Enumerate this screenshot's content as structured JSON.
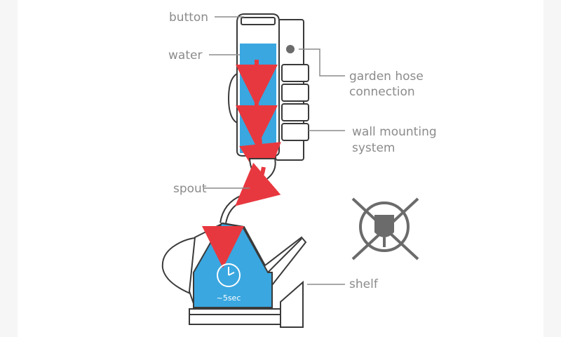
{
  "labels": {
    "button": "button",
    "water": "water",
    "garden_hose_line1": "garden hose",
    "garden_hose_line2": "connection",
    "wall_mount_line1": "wall mounting",
    "wall_mount_line2": "system",
    "spout": "spout",
    "shelf": "shelf",
    "timer": "~5sec"
  },
  "colors": {
    "water": "#3aa7e0",
    "arrow": "#e8383f",
    "outline": "#3a3a3a",
    "label": "#8b8b8b",
    "no_plug": "#6b6b6b"
  },
  "icons": {
    "timer": "clock-icon",
    "no_plug": "no-power-plug-icon"
  }
}
